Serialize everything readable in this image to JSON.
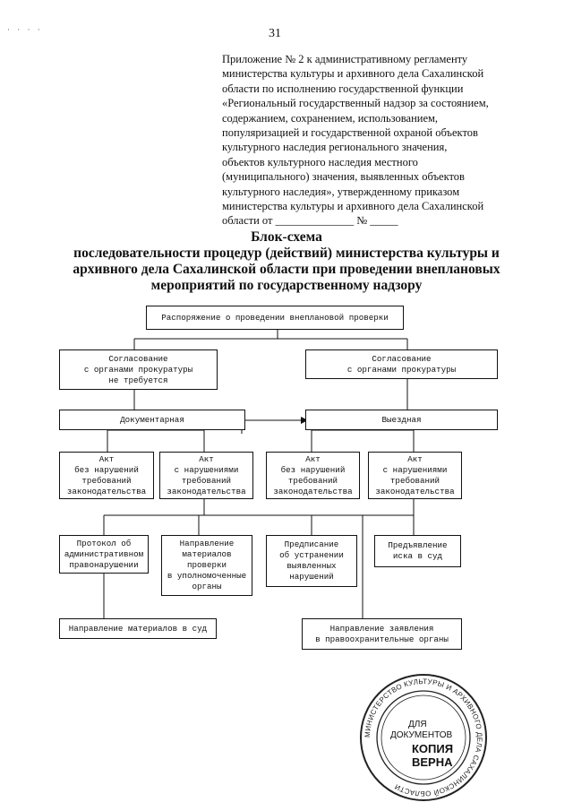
{
  "page_number": "31",
  "corner_marks": "· · · ·",
  "appendix_lines": [
    "Приложение № 2 к административному регламенту",
    "министерства культуры и архивного дела Сахалинской",
    "области по исполнению государственной функции",
    "«Региональный государственный надзор за состоянием,",
    "содержанием, сохранением, использованием,",
    "популяризацией и государственной охраной объектов",
    "культурного наследия регионального значения,",
    "объектов культурного наследия местного",
    "(муниципального) значения, выявленных объектов",
    "культурного наследия», утвержденному приказом",
    "министерства культуры и архивного дела Сахалинской",
    "области от ______________ № _____"
  ],
  "title_lines": [
    "Блок-схема",
    "последовательности процедур (действий) министерства культуры и",
    "архивного дела Сахалинской области при проведении внеплановых",
    "мероприятий по государственному надзору"
  ],
  "flow": {
    "order": "Распоряжение о проведении внеплановой проверки",
    "approval_not_required": "Согласование\nс органами прокуратуры\nне требуется",
    "approval_required": "Согласование\nс органами прокуратуры",
    "documentary": "Документарная",
    "onsite": "Выездная",
    "act_doc_ok": "Акт\nбез нарушений\nтребований\nзаконодательства",
    "act_doc_violations": "Акт\nс нарушениями\nтребований\nзаконодательства",
    "act_site_ok": "Акт\nбез нарушений\nтребований\nзаконодательства",
    "act_site_violations": "Акт\nс нарушениями\nтребований\nзаконодательства",
    "protocol": "Протокол об\nадминистративном\nправонарушении",
    "materials_to_authorities": "Направление\nматериалов\nпроверки\nв уполномоченные\nорганы",
    "prescription": "Предписание\nоб устранении\nвыявленных\nнарушений",
    "lawsuit": "Предъявление\nиска в суд",
    "materials_to_court": "Направление материалов в суд",
    "statement_to_law_enforcement": "Направление заявления\nв правоохранительные органы"
  },
  "stamp": {
    "ring_text": "МИНИСТЕРСТВО КУЛЬТУРЫ И АРХИВНОГО ДЕЛА САХАЛИНСКОЙ ОБЛАСТИ",
    "for_documents_1": "ДЛЯ",
    "for_documents_2": "ДОКУМЕНТОВ",
    "copy_true": "КОПИЯ ВЕРНА"
  }
}
